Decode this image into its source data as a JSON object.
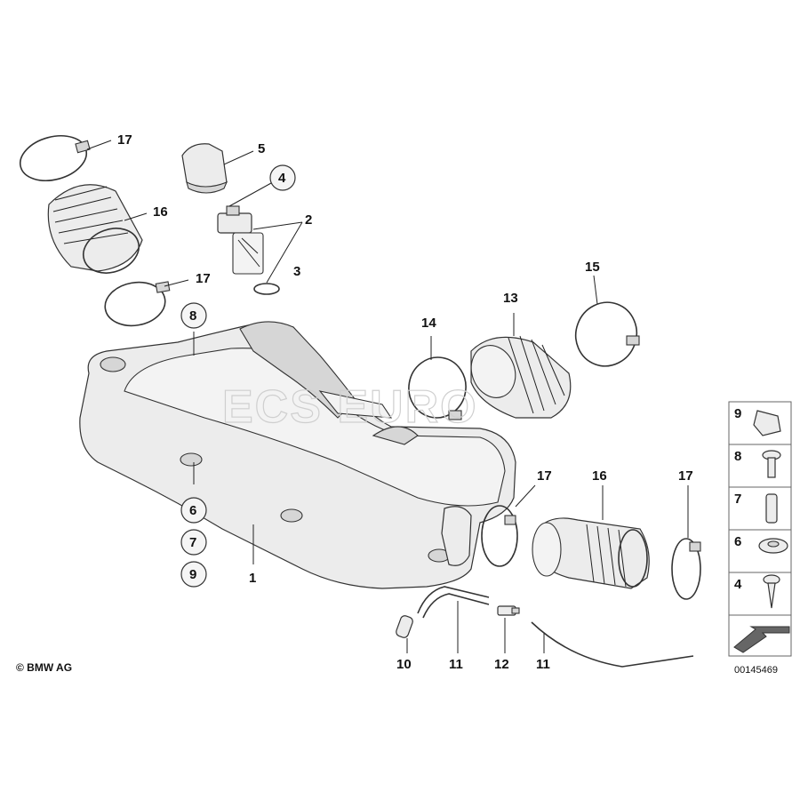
{
  "diagram": {
    "watermark": "ECS EURO",
    "copyright": "© BMW AG",
    "doc_number": "00145469",
    "callouts": {
      "c17a": "17",
      "c5": "5",
      "c4": "4",
      "c2": "2",
      "c3": "3",
      "c16a": "16",
      "c17b": "17",
      "c8": "8",
      "c15": "15",
      "c13": "13",
      "c14": "14",
      "c6": "6",
      "c7": "7",
      "c9": "9",
      "c1": "1",
      "c17c": "17",
      "c16b": "16",
      "c17d": "17",
      "c10": "10",
      "c11a": "11",
      "c12": "12",
      "c11b": "11"
    },
    "side_panel": [
      "9",
      "8",
      "7",
      "6",
      "4"
    ]
  }
}
